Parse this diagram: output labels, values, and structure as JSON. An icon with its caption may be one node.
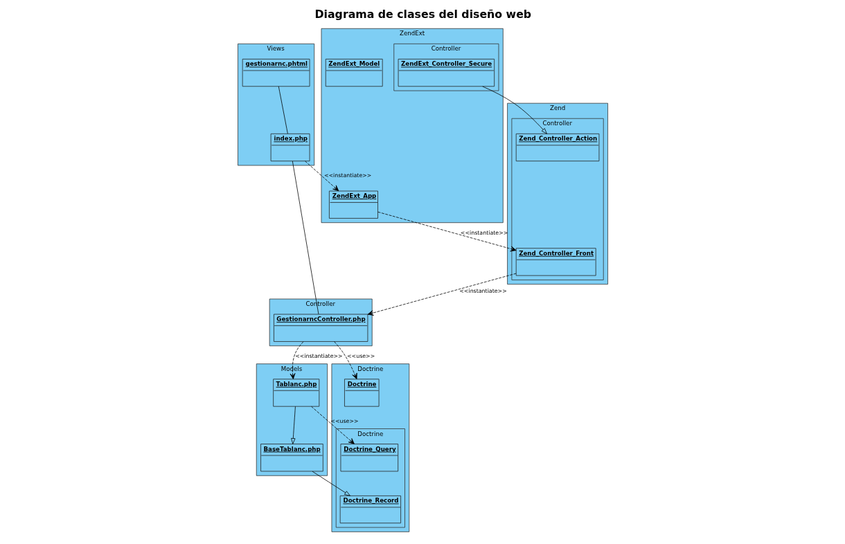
{
  "diagram": {
    "title": "Diagrama de clases del diseño web",
    "nodes": [
      {
        "text": [
          "ZendExt"
        ]
      },
      {
        "text": [
          "ZendExt_App"
        ],
        "in": 0
      },
      {
        "text": [
          "Controller"
        ],
        "in": 0
      },
      {
        "text": [
          "ZendExt_Controller_Secure"
        ],
        "in": 2
      },
      {
        "text": [
          "ZendExt_Model"
        ],
        "in": 0
      },
      {
        "text": [
          "Views"
        ]
      },
      {
        "text": [
          "gestionarnc.phtml"
        ],
        "in": 5
      },
      {
        "text": [
          "index.php"
        ],
        "in": 5
      },
      {
        "text": [
          "Zend"
        ]
      },
      {
        "text": [
          "Controller"
        ],
        "in": 8
      },
      {
        "text": [
          "Zend_Controller_Action"
        ],
        "in": 9
      },
      {
        "text": [
          "Zend_Controller_Front"
        ],
        "in": 9
      },
      {
        "text": [
          "Controller"
        ]
      },
      {
        "text": [
          "GestionarncController.php"
        ],
        "in": 12
      },
      {
        "text": [
          "Models"
        ]
      },
      {
        "text": [
          "Tablanc.php"
        ],
        "in": 14
      },
      {
        "text": [
          "BaseTablanc.php"
        ],
        "in": 14
      },
      {
        "text": [
          "Doctrine"
        ]
      },
      {
        "text": [
          "Doctrine"
        ],
        "in": 17
      },
      {
        "text": [
          "Doctrine"
        ],
        "in": 17
      },
      {
        "text": [
          "Doctrine_Query"
        ],
        "in": 19
      },
      {
        "text": [
          "Doctrine_Record"
        ],
        "in": 19
      }
    ],
    "edges": [
      {
        "from": 3,
        "to": 10,
        "arrow": "to"
      },
      {
        "from": 1,
        "to": 11,
        "arrow": "to",
        "style": "dashed",
        "label": "<<instantiate>>"
      },
      {
        "from": 7,
        "to": 1,
        "arrow": "to",
        "style": "dashed",
        "label": "<<instantiate>>"
      },
      {
        "from": 6,
        "to": 7,
        "arrow": "none"
      },
      {
        "from": 7,
        "to": 13,
        "arrow": "none"
      },
      {
        "from": 11,
        "to": 13,
        "arrow": "to",
        "style": "dashed",
        "label": "<<instantiate>>"
      },
      {
        "from": 13,
        "to": 18,
        "arrow": "to",
        "style": "dashed",
        "label": "<<use>>"
      },
      {
        "from": 13,
        "to": 15,
        "arrow": "to",
        "style": "dashed",
        "label": "<<instantiate>>"
      },
      {
        "from": 15,
        "to": 20,
        "arrow": "to",
        "style": "dashed",
        "label": "<<use>>"
      },
      {
        "from": 15,
        "to": 16,
        "arrow": "to"
      },
      {
        "from": 16,
        "to": 21,
        "arrow": "to"
      }
    ]
  }
}
